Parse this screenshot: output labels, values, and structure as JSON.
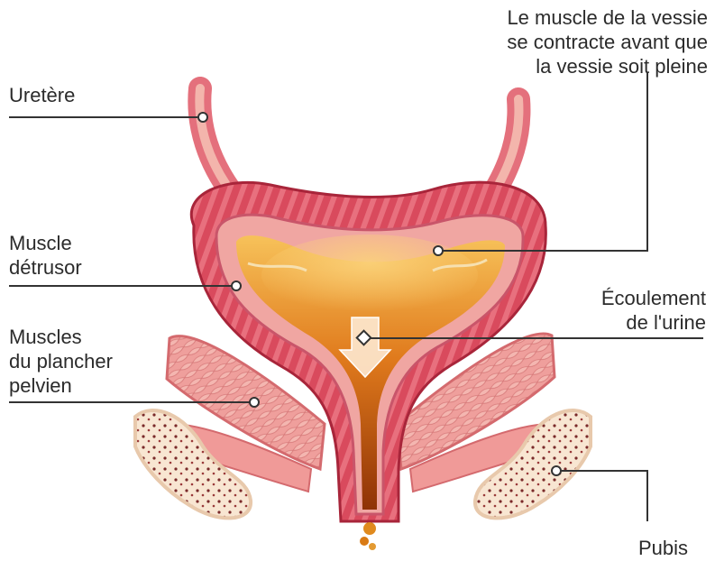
{
  "labels": {
    "uretere": "Uretère",
    "bladder_muscle": "Le muscle de la vessie\nse contracte avant que\nla vessie soit pleine",
    "detrusor": "Muscle\ndétrusor",
    "urine_flow": "Écoulement\nde l'urine",
    "pelvic_floor": "Muscles\ndu plancher\npelvien",
    "pubis": "Pubis"
  },
  "colors": {
    "muscle_outer": "#c83a4d",
    "muscle_inner": "#e8848c",
    "lining": "#f2b3ad",
    "urine_light": "#f5b24a",
    "urine_dark": "#9a3a08",
    "bone": "#f7e3cc",
    "leader_line": "#333333"
  }
}
